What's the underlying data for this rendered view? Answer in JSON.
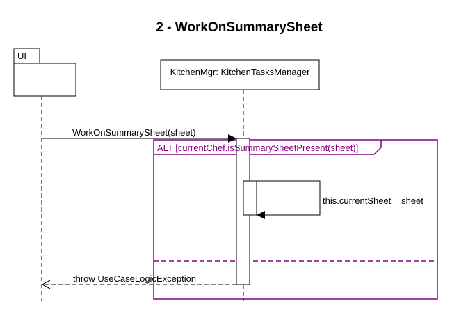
{
  "title": "2 - WorkOnSummarySheet",
  "participants": {
    "ui": {
      "label": "UI"
    },
    "kitchen_mgr": {
      "label": "KitchenMgr: KitchenTasksManager"
    }
  },
  "messages": {
    "call": {
      "label": "WorkOnSummarySheet(sheet)"
    },
    "self_call": {
      "label": "this.currentSheet = sheet"
    },
    "return_exception": {
      "label": "throw UseCaseLogicException"
    }
  },
  "alt_frame": {
    "label": "ALT [currentChef.isSummarySheetPresent(sheet)]"
  },
  "colors": {
    "line": "#000000",
    "frame": "#800080",
    "background": "#ffffff"
  }
}
